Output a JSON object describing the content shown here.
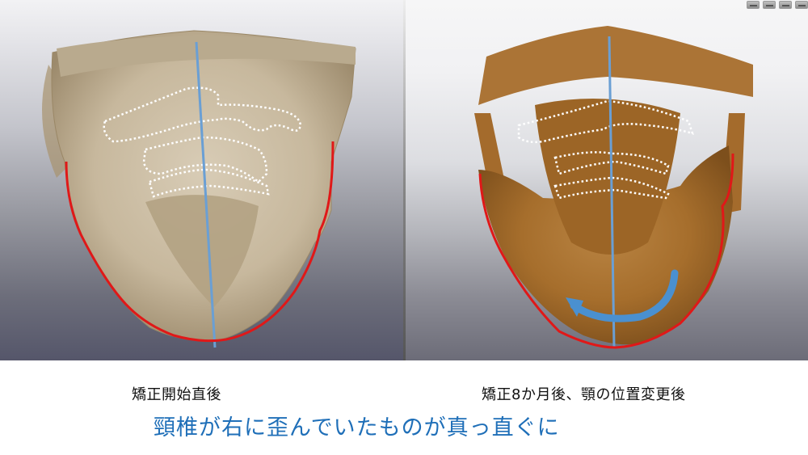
{
  "toolbar": {
    "icons": [
      "edit-icon",
      "layer-icon",
      "camera-icon",
      "menu-icon"
    ]
  },
  "panels": [
    {
      "id": "before",
      "caption": "矯正開始直後",
      "render_color": "#c8b9a0",
      "midline_color": "#6a9fd4",
      "jaw_outline_color": "#e01818"
    },
    {
      "id": "after",
      "caption": "矯正8か月後、顎の位置変更後",
      "render_color": "#b0732e",
      "midline_color": "#6a9fd4",
      "jaw_outline_color": "#e01818",
      "rotation_arrow_color": "#4a90d0"
    }
  ],
  "headline": "頸椎が右に歪んでいたものが真っ直ぐに",
  "colors": {
    "headline": "#1f6fb8",
    "caption": "#111111"
  }
}
